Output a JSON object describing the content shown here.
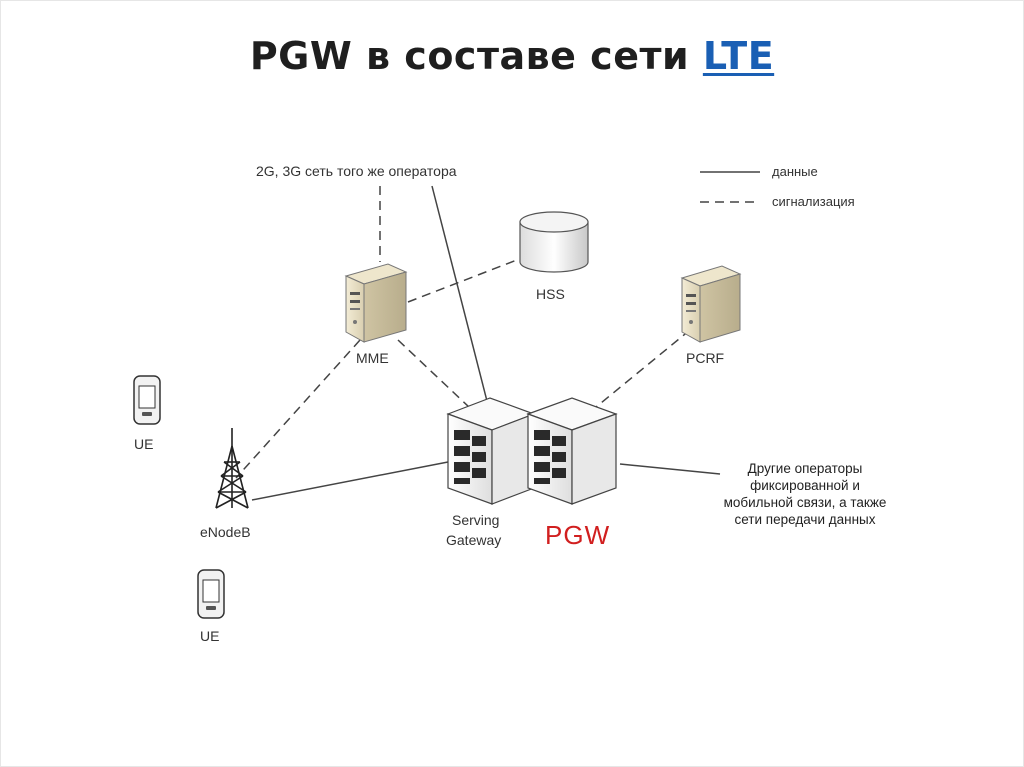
{
  "title": {
    "prefix": "PGW в составе сети",
    "link": "LTE"
  },
  "legend": {
    "data": "данные",
    "signaling": "сигнализация"
  },
  "labels": {
    "network_2g3g": "2G, 3G сеть того же оператора",
    "hss": "HSS",
    "mme": "MME",
    "pcrf": "PCRF",
    "ue_top": "UE",
    "ue_bottom": "UE",
    "enodeb": "eNodeB",
    "serving_gateway_1": "Serving",
    "serving_gateway_2": "Gateway",
    "pgw": "PGW",
    "other_operators": [
      "Другие операторы",
      "фиксированной и",
      "мобильной связи, а также",
      "сети передачи данных"
    ]
  },
  "colors": {
    "pgw": "#d11f1f",
    "link": "#1a5fb4",
    "line": "#444444"
  }
}
